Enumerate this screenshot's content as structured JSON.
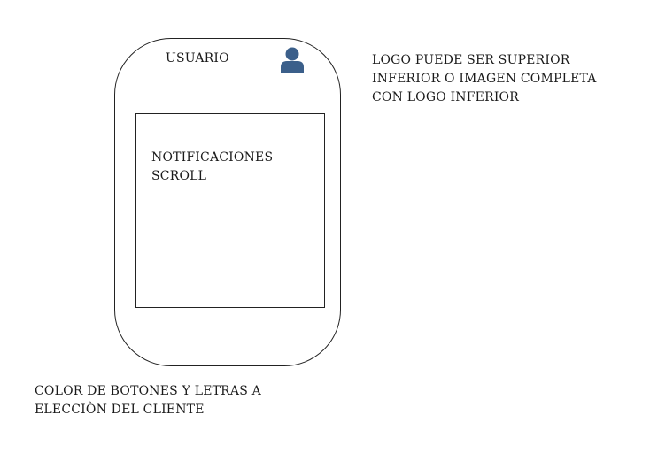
{
  "device": {
    "user_label": "USUARIO",
    "user_icon": "user-icon",
    "user_icon_color": "#3b5f8a",
    "notifications": {
      "line1": "NOTIFICACIONES",
      "line2": "SCROLL"
    }
  },
  "notes": {
    "logo": [
      "LOGO PUEDE SER SUPERIOR",
      "INFERIOR O IMAGEN COMPLETA",
      "CON LOGO INFERIOR"
    ],
    "colors": [
      "COLOR DE BOTONES Y LETRAS A",
      "ELECCIÒN DEL CLIENTE"
    ]
  }
}
